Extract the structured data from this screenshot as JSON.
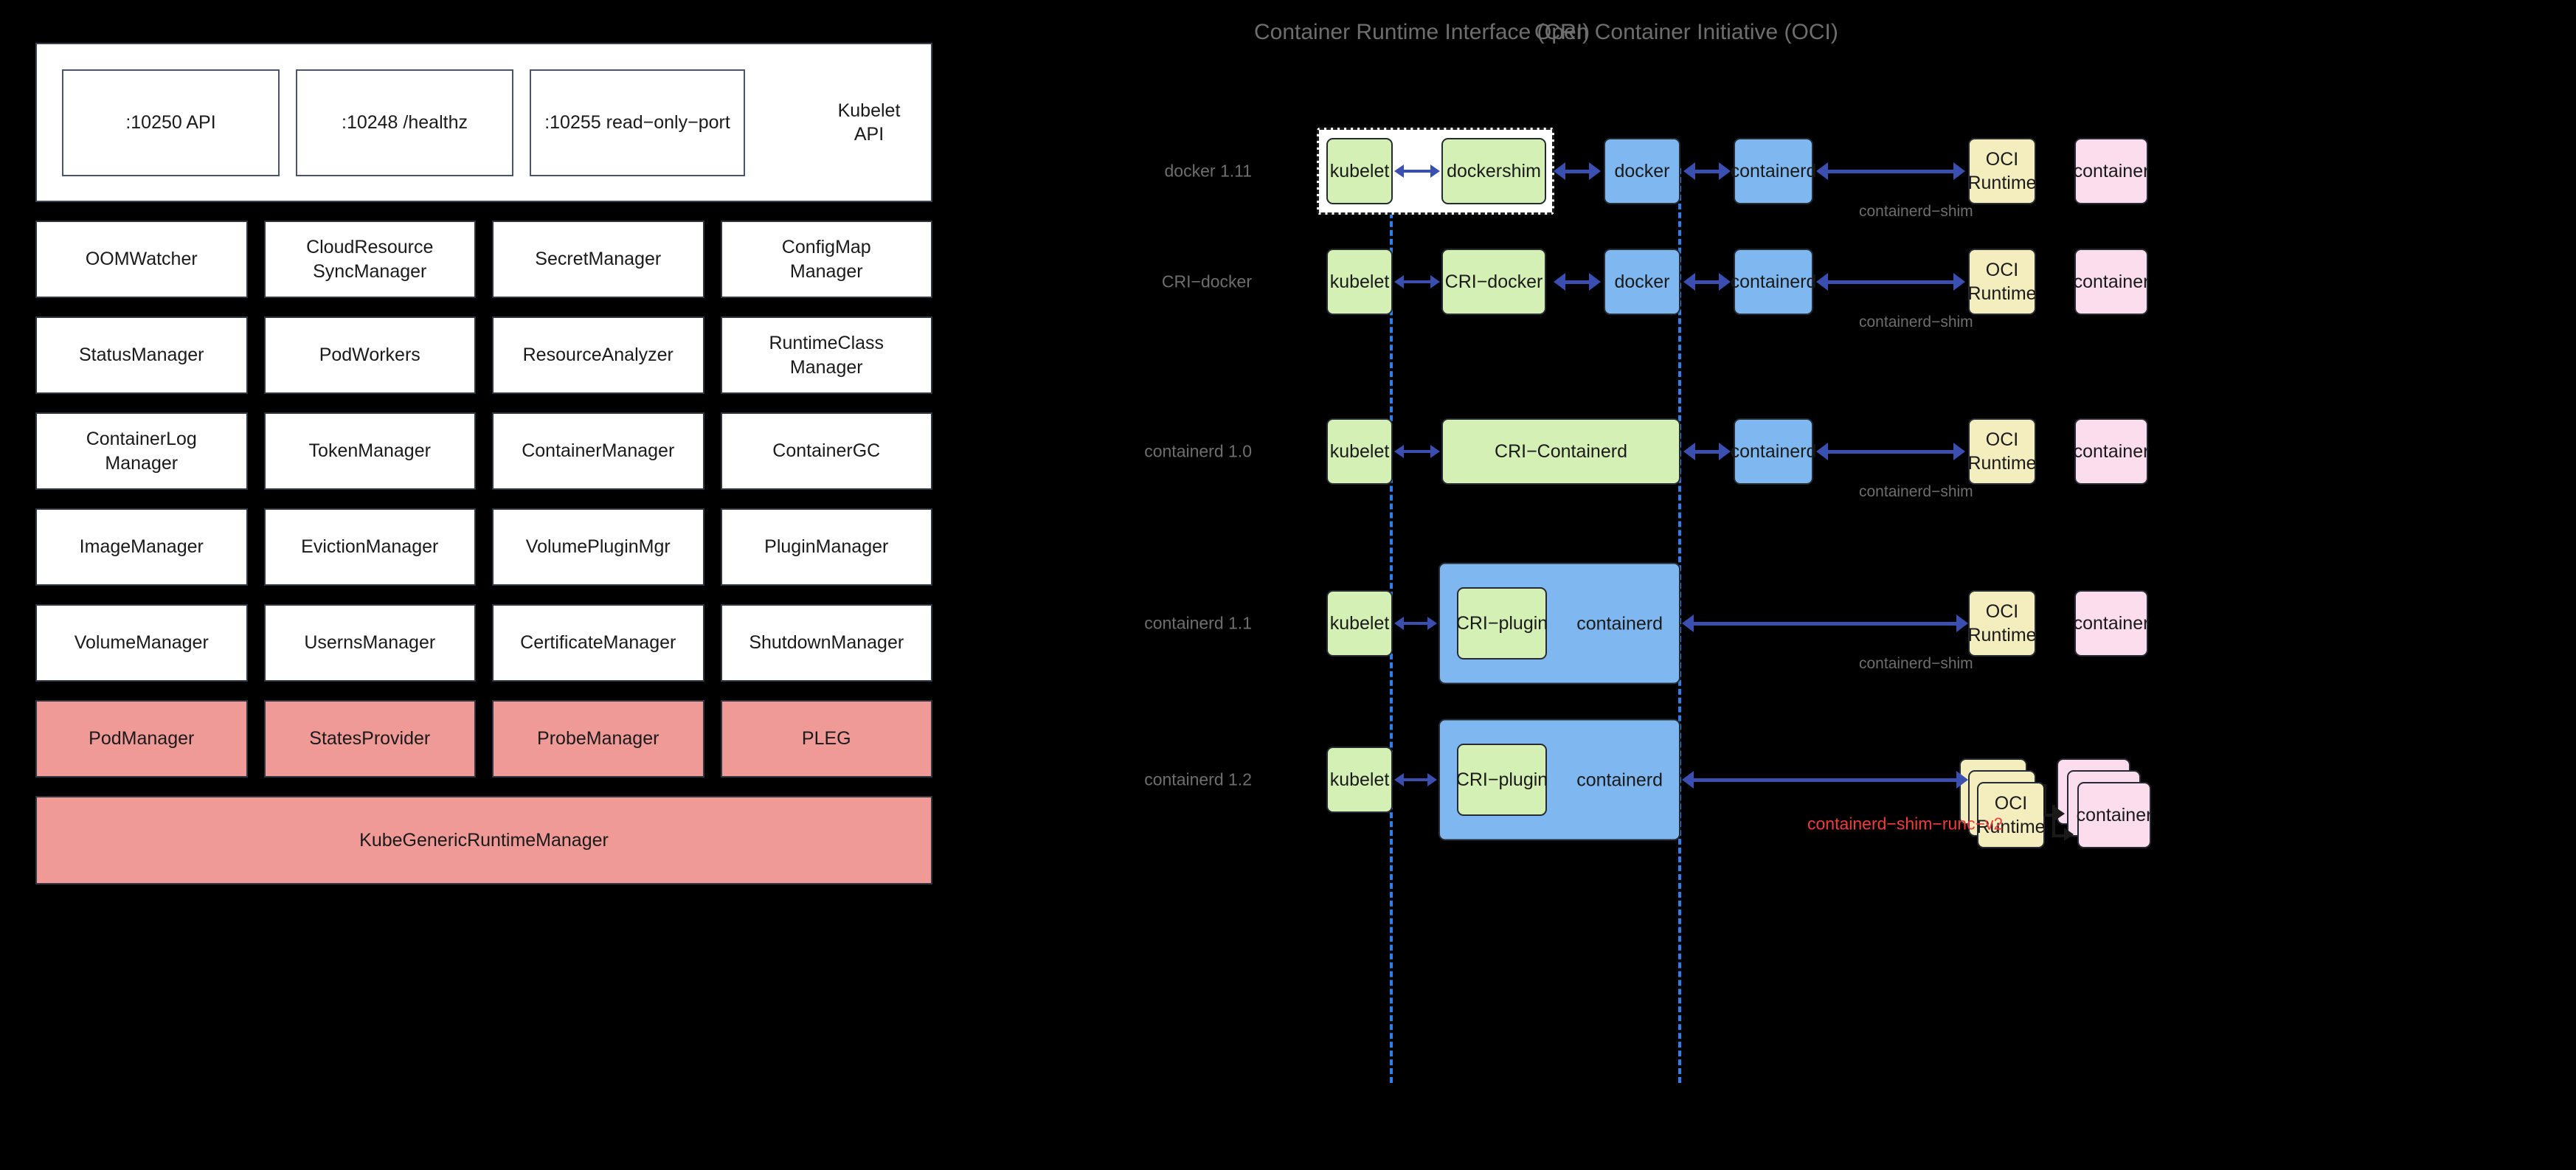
{
  "kubelet_panel": {
    "api_band": {
      "boxes": [
        {
          "label": ":10250 API"
        },
        {
          "label": ":10248 /healthz"
        },
        {
          "label": ":10255 read−only−port"
        }
      ],
      "side_label": "Kubelet\nAPI",
      "side_label_line1": "Kubelet",
      "side_label_line2": "API"
    },
    "manager_rows": [
      [
        {
          "label": "OOMWatcher",
          "color": "white"
        },
        {
          "label": "CloudResource\nSyncManager",
          "color": "white"
        },
        {
          "label": "SecretManager",
          "color": "white"
        },
        {
          "label": "ConfigMap\nManager",
          "color": "white"
        }
      ],
      [
        {
          "label": "StatusManager",
          "color": "white"
        },
        {
          "label": "PodWorkers",
          "color": "white"
        },
        {
          "label": "ResourceAnalyzer",
          "color": "white"
        },
        {
          "label": "RuntimeClass\nManager",
          "color": "white"
        }
      ],
      [
        {
          "label": "ContainerLog\nManager",
          "color": "white"
        },
        {
          "label": "TokenManager",
          "color": "white"
        },
        {
          "label": "ContainerManager",
          "color": "white"
        },
        {
          "label": "ContainerGC",
          "color": "white"
        }
      ],
      [
        {
          "label": "ImageManager",
          "color": "white"
        },
        {
          "label": "EvictionManager",
          "color": "white"
        },
        {
          "label": "VolumePluginMgr",
          "color": "white"
        },
        {
          "label": "PluginManager",
          "color": "white"
        }
      ],
      [
        {
          "label": "VolumeManager",
          "color": "white"
        },
        {
          "label": "UsernsManager",
          "color": "white"
        },
        {
          "label": "CertificateManager",
          "color": "white"
        },
        {
          "label": "ShutdownManager",
          "color": "white"
        }
      ],
      [
        {
          "label": "PodManager",
          "color": "salmon"
        },
        {
          "label": "StatesProvider",
          "color": "salmon"
        },
        {
          "label": "ProbeManager",
          "color": "salmon"
        },
        {
          "label": "PLEG",
          "color": "salmon"
        }
      ]
    ],
    "wide_box": {
      "label": "KubeGenericRuntimeManager",
      "color": "salmon"
    }
  },
  "runtime_panel": {
    "titles": {
      "cri": "Container Runtime Interface (CRI)",
      "oci": "Open Container Initiative (OCI)"
    },
    "rows": [
      {
        "row_label": "docker 1.11",
        "shim_label": "containerd−shim",
        "nodes": [
          {
            "label": "kubelet",
            "color": "green"
          },
          {
            "label": "dockershim",
            "color": "green"
          },
          {
            "label": "docker",
            "color": "blue"
          },
          {
            "label": "containerd",
            "color": "blue"
          },
          {
            "label": "OCI\nRuntime",
            "color": "yellow"
          },
          {
            "label": "container",
            "color": "pink"
          }
        ]
      },
      {
        "row_label": "CRI−docker",
        "shim_label": "containerd−shim",
        "nodes": [
          {
            "label": "kubelet",
            "color": "green"
          },
          {
            "label": "CRI−docker",
            "color": "green"
          },
          {
            "label": "docker",
            "color": "blue"
          },
          {
            "label": "containerd",
            "color": "blue"
          },
          {
            "label": "OCI\nRuntime",
            "color": "yellow"
          },
          {
            "label": "container",
            "color": "pink"
          }
        ]
      },
      {
        "row_label": "containerd 1.0",
        "shim_label": "containerd−shim",
        "nodes": [
          {
            "label": "kubelet",
            "color": "green"
          },
          {
            "label": "CRI−Containerd",
            "color": "green"
          },
          {
            "label": "containerd",
            "color": "blue"
          },
          {
            "label": "OCI\nRuntime",
            "color": "yellow"
          },
          {
            "label": "container",
            "color": "pink"
          }
        ]
      },
      {
        "row_label": "containerd 1.1",
        "shim_label": "containerd−shim",
        "nodes": [
          {
            "label": "kubelet",
            "color": "green"
          },
          {
            "label": "CRI−plugin",
            "color": "green"
          },
          {
            "label": "containerd",
            "color": "blue"
          },
          {
            "label": "OCI\nRuntime",
            "color": "yellow"
          },
          {
            "label": "container",
            "color": "pink"
          }
        ]
      },
      {
        "row_label": "containerd 1.2",
        "shim_label": "containerd−shim−runc−v2",
        "shim_label_color": "#ef3b3b",
        "nodes": [
          {
            "label": "kubelet",
            "color": "green"
          },
          {
            "label": "CRI−plugin",
            "color": "green"
          },
          {
            "label": "containerd",
            "color": "blue"
          },
          {
            "label": "OCI\nRuntime",
            "color": "yellow"
          },
          {
            "label": "container",
            "color": "pink"
          }
        ]
      }
    ]
  },
  "colors": {
    "background": "#000000",
    "green": "#d5f0b5",
    "blue": "#7fb8f0",
    "yellow": "#f4eebe",
    "pink": "#fbdded",
    "salmon": "#f09a97",
    "arrow": "#3a4fb0",
    "divider": "#2f7fe8",
    "muted_text": "#6e6e6e",
    "accent_red": "#ef3b3b"
  }
}
